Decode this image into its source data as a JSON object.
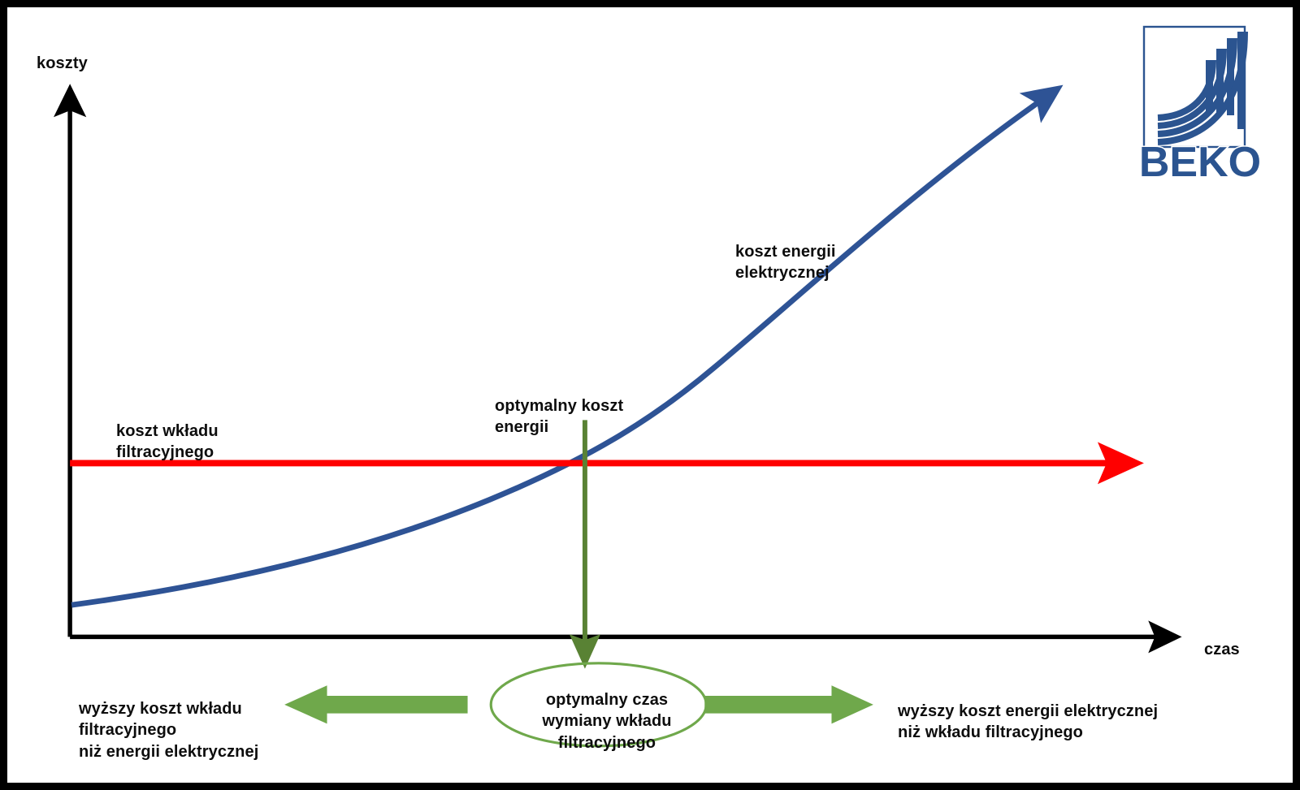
{
  "figure": {
    "title_axis_y": "koszty",
    "title_axis_x": "czas",
    "border_color": "#000000",
    "background": "#ffffff"
  },
  "labels": {
    "energy_cost": "koszt energii\nelektrycznej",
    "filter_cost": "koszt wkładu\nfiltracyjnego",
    "optimal_energy_cost": "optymalny koszt\nenergii",
    "left_note": "wyższy koszt wkładu\nfiltracyjnego\nniż energii elektrycznej",
    "right_note": "wyższy koszt energii elektrycznej\nniż wkładu filtracyjnego",
    "ellipse_text": "optymalny czas\nwymiany wkładu\nfiltracyjnego"
  },
  "logo": {
    "name": "BEKO",
    "wordmark": "BEKO",
    "color": "#2B5490"
  },
  "colors": {
    "axis": "#000000",
    "energy_curve": "#2E5395",
    "filter_line": "#FF0000",
    "vertical_arrow": "#598234",
    "block_arrow": "#6FA84B",
    "ellipse_outline": "#6FA84B",
    "text": "#0D0D0D"
  },
  "chart_data": {
    "type": "line",
    "title": "",
    "xlabel": "czas",
    "ylabel": "koszty",
    "grid": false,
    "legend": "annotations",
    "axis_ranges": {
      "x": [
        0,
        1
      ],
      "y": [
        0,
        1
      ]
    },
    "series": [
      {
        "name": "koszt energii elektrycznej",
        "color": "#2E5395",
        "style": "exponential-curve-with-arrowhead",
        "points": [
          {
            "x": 0.0,
            "y": 0.055
          },
          {
            "x": 0.1,
            "y": 0.085
          },
          {
            "x": 0.2,
            "y": 0.125
          },
          {
            "x": 0.3,
            "y": 0.175
          },
          {
            "x": 0.4,
            "y": 0.245
          },
          {
            "x": 0.47,
            "y": 0.305
          },
          {
            "x": 0.5,
            "y": 0.335
          },
          {
            "x": 0.6,
            "y": 0.455
          },
          {
            "x": 0.7,
            "y": 0.59
          },
          {
            "x": 0.8,
            "y": 0.735
          },
          {
            "x": 0.9,
            "y": 0.875
          },
          {
            "x": 1.0,
            "y": 1.0
          }
        ]
      },
      {
        "name": "koszt wkładu filtracyjnego",
        "color": "#FF0000",
        "style": "horizontal-constant-with-arrowhead",
        "value": 0.305,
        "points": [
          {
            "x": 0.0,
            "y": 0.305
          },
          {
            "x": 1.0,
            "y": 0.305
          }
        ]
      }
    ],
    "annotations": [
      {
        "name": "intersection",
        "label": "optymalny koszt energii",
        "x": 0.47,
        "y": 0.305
      },
      {
        "name": "optimal-time-marker",
        "label": "optymalny czas wymiany wkładu filtracyjnego",
        "x": 0.47
      }
    ]
  }
}
